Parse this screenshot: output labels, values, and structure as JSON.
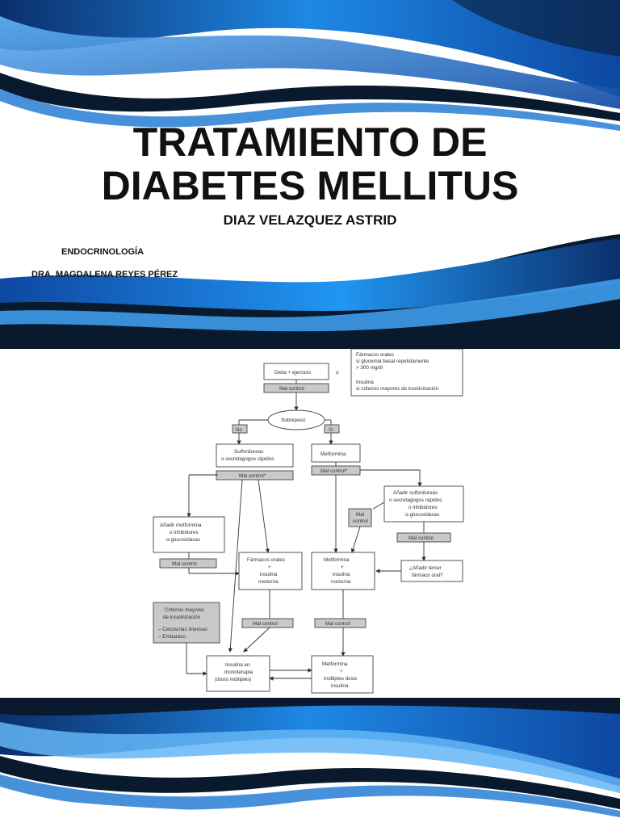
{
  "slide": {
    "title_line1": "TRATAMIENTO DE",
    "title_line2": "DIABETES MELLITUS",
    "author": "DIAZ VELAZQUEZ ASTRID",
    "course": "ENDOCRINOLOGÍA",
    "teacher": "DRA. MAGDALENA REYES PÉREZ"
  },
  "colors": {
    "wave_dark": "#0a1a2e",
    "wave_blue": "#1565c0",
    "wave_light": "#42a5f5",
    "title_text": "#111111"
  },
  "flowchart": {
    "diet": "Dieta + ejercicio",
    "o": "o",
    "oral_box": [
      "Fármacos orales",
      "si glucemia basal repetidamente",
      "> 300 mg/dl",
      "",
      "Insulina",
      "si criterios mayores de insulinización"
    ],
    "mal_control": "Mal control",
    "mal_control_star": "Mal control*",
    "sobrepeso": "Sobrepeso",
    "no": "No",
    "si": "Sí",
    "sulfo": [
      "Sulfonilureas",
      "o secretagogos rápidos"
    ],
    "metformina": "Metformina",
    "add_metformina": [
      "Añadir metformina",
      "o inhibidores",
      "α-glucosidasas"
    ],
    "add_sulfo": [
      "Añadir sulfonilureas",
      "o secretagogos rápidos",
      "o inhibidores",
      "α-glucosidasas"
    ],
    "farmacos_insulina": [
      "Fármacos orales",
      "+",
      "insulina",
      "nocturna"
    ],
    "metformina_insulina": [
      "Metformina",
      "+",
      "insulina",
      "nocturna"
    ],
    "tercer": [
      "¿Añadir tercer",
      "fármaco oral?"
    ],
    "criterios": [
      "Criterios mayores",
      "de insulinización",
      "",
      "– Cetonurias intensas",
      "– Embarazo"
    ],
    "mono": [
      "Insulina en",
      "monoterapia",
      "(dosis múltiples)"
    ],
    "met_multi": [
      "Metformina",
      "+",
      "múltiples dosis",
      "insulina"
    ]
  }
}
